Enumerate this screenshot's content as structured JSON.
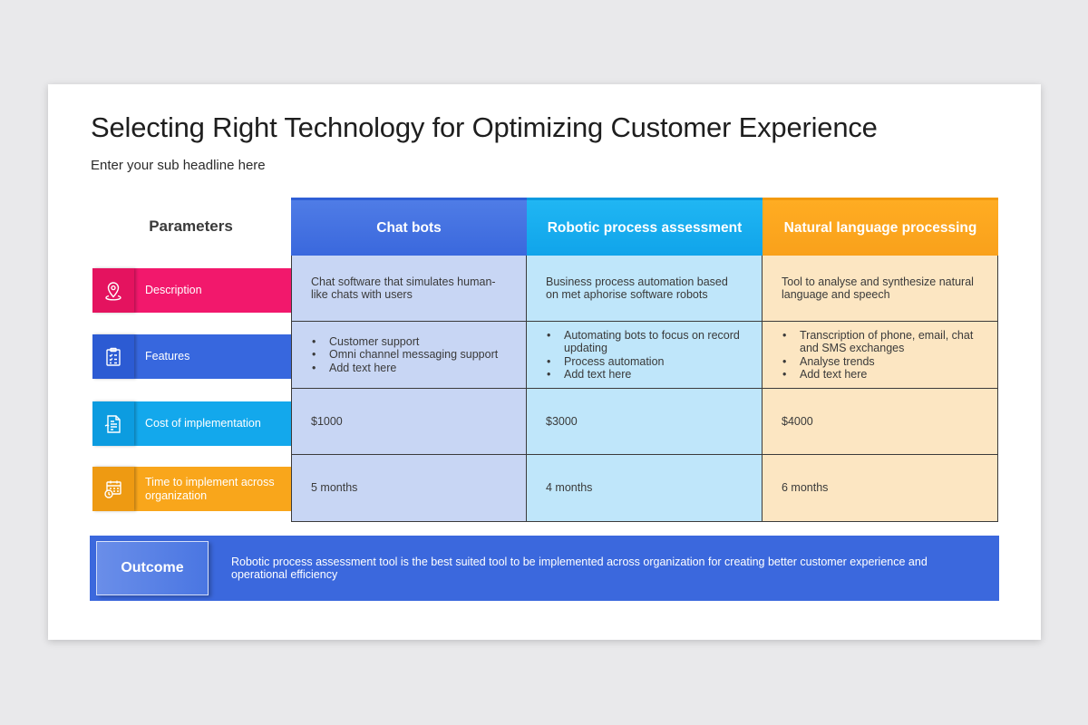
{
  "title": "Selecting Right Technology for Optimizing Customer Experience",
  "subtitle": "Enter your sub headline here",
  "parameters_header": "Parameters",
  "columns": [
    {
      "label": "Chat bots",
      "color": "#3a68dd"
    },
    {
      "label": "Robotic process assessment",
      "color": "#10a4ea"
    },
    {
      "label": "Natural language processing",
      "color": "#f9a11b"
    }
  ],
  "parameters": [
    {
      "label": "Description",
      "icon": "location-pin-icon",
      "color": "#f2186c"
    },
    {
      "label": "Features",
      "icon": "clipboard-checklist-icon",
      "color": "#3767de"
    },
    {
      "label": "Cost of implementation",
      "icon": "invoice-document-icon",
      "color": "#13a8ec"
    },
    {
      "label": "Time to implement across organization",
      "icon": "calendar-clock-icon",
      "color": "#f9a61b"
    }
  ],
  "rows": {
    "description": [
      "Chat software that simulates human-like chats with users",
      "Business process automation based on met aphorise software robots",
      "Tool to analyse and synthesize natural language and speech"
    ],
    "features": [
      [
        "Customer support",
        "Omni channel messaging support",
        "Add text here"
      ],
      [
        "Automating bots to focus on record updating",
        "Process automation",
        "Add text here"
      ],
      [
        "Transcription of phone, email, chat and SMS exchanges",
        "Analyse trends",
        "Add text here"
      ]
    ],
    "cost": [
      "$1000",
      "$3000",
      "$4000"
    ],
    "time": [
      "5 months",
      "4 months",
      "6 months"
    ]
  },
  "outcome": {
    "label": "Outcome",
    "text": "Robotic process assessment tool is the best suited tool to be implemented across organization for creating better customer experience and operational efficiency"
  }
}
